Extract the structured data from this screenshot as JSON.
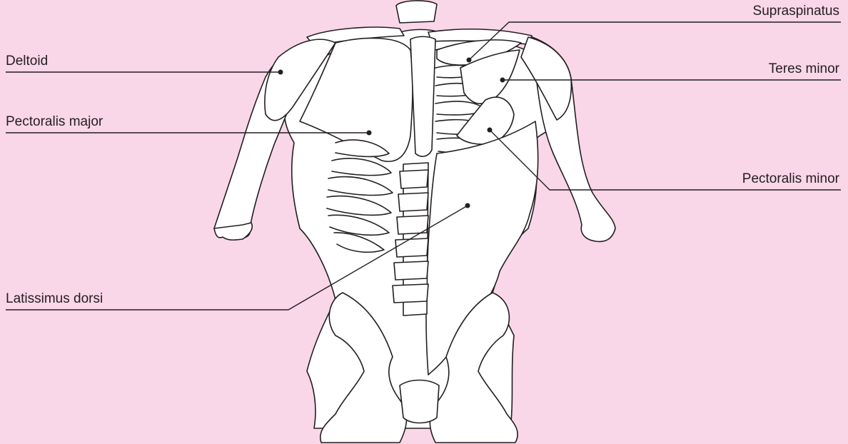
{
  "labels": {
    "deltoid": "Deltoid",
    "pectoralis_major": "Pectoralis major",
    "latissimus_dorsi": "Latissimus dorsi",
    "supraspinatus": "Supraspinatus",
    "teres_minor": "Teres minor",
    "pectoralis_minor": "Pectoralis minor"
  },
  "colors": {
    "background": "#f9d6e8",
    "line": "#231f20",
    "fill": "#ffffff"
  }
}
